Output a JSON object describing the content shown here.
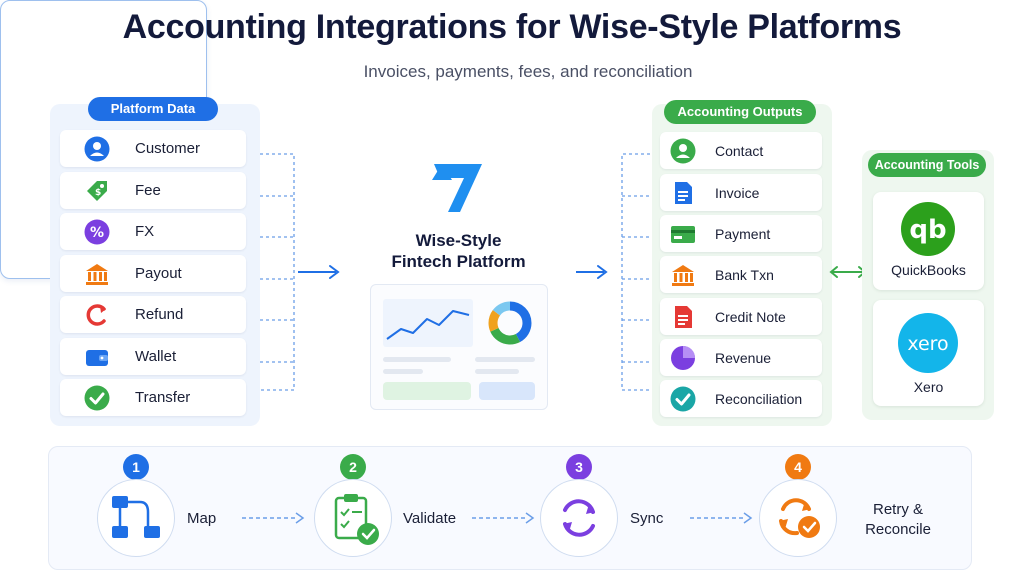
{
  "title": "Accounting Integrations for Wise-Style Platforms",
  "subtitle": "Invoices, payments, fees, and reconciliation",
  "platform_data": {
    "label": "Platform Data",
    "items": [
      {
        "label": "Customer",
        "icon": "user-icon"
      },
      {
        "label": "Fee",
        "icon": "tag-icon"
      },
      {
        "label": "FX",
        "icon": "percent-icon"
      },
      {
        "label": "Payout",
        "icon": "bank-icon"
      },
      {
        "label": "Refund",
        "icon": "refund-icon"
      },
      {
        "label": "Wallet",
        "icon": "wallet-icon"
      },
      {
        "label": "Transfer",
        "icon": "check-icon"
      }
    ]
  },
  "platform": {
    "title_line1": "Wise-Style",
    "title_line2": "Fintech Platform"
  },
  "accounting_outputs": {
    "label": "Accounting Outputs",
    "items": [
      {
        "label": "Contact",
        "icon": "contact-icon"
      },
      {
        "label": "Invoice",
        "icon": "invoice-icon"
      },
      {
        "label": "Payment",
        "icon": "card-icon"
      },
      {
        "label": "Bank Txn",
        "icon": "bank-icon"
      },
      {
        "label": "Credit Note",
        "icon": "credit-note-icon"
      },
      {
        "label": "Revenue",
        "icon": "pie-icon"
      },
      {
        "label": "Reconciliation",
        "icon": "check-icon"
      }
    ]
  },
  "accounting_tools": {
    "label": "Accounting Tools",
    "items": [
      {
        "label": "QuickBooks",
        "logo_text": "qb"
      },
      {
        "label": "Xero",
        "logo_text": "xero"
      }
    ]
  },
  "steps": [
    {
      "number": "1",
      "label": "Map",
      "color": "#1f6fe5"
    },
    {
      "number": "2",
      "label": "Validate",
      "color": "#3aab4a"
    },
    {
      "number": "3",
      "label": "Sync",
      "color": "#7b3fe0"
    },
    {
      "number": "4",
      "label": "Retry &",
      "label2": "Reconcile",
      "color": "#f07a12"
    }
  ],
  "colors": {
    "blue": "#1f6fe5",
    "green": "#3aab4a",
    "purple": "#7b3fe0",
    "orange": "#f07a12",
    "red": "#e53935",
    "quickbooks": "#2ca01c",
    "xero": "#13b5ea"
  }
}
